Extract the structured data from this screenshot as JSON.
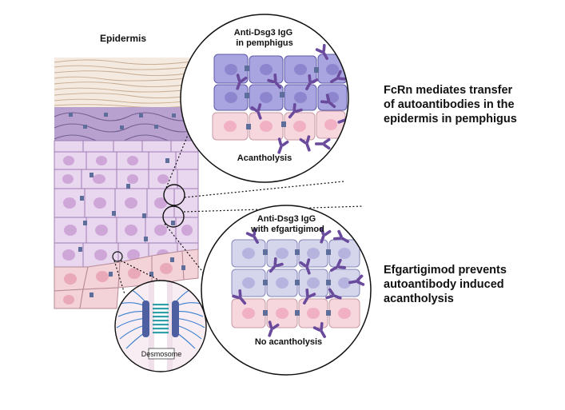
{
  "labels": {
    "epidermis": "Epidermis",
    "desmosome": "Desmosome",
    "top_circle_title": "Anti-Dsg3 IgG\nin pemphigus",
    "top_circle_caption": "Acantholysis",
    "bottom_circle_title": "Anti-Dsg3 IgG\nwith efgartigimod",
    "bottom_circle_caption": "No acantholysis",
    "statement_top": "FcRn mediates transfer\nof autoantibodies in the\nepidermis in pemphigus",
    "statement_bottom": "Efgartigimod  prevents\nautoantibody induced\nacantholysis"
  },
  "colors": {
    "blue_cell": "#a9a5e0",
    "blue_nucleus": "#8d86cf",
    "pink_cell": "#f6d7de",
    "pink_nucleus": "#f2b0c4",
    "lavender_cell": "#e9d6ef",
    "lavender_nucleus": "#cfa6d8",
    "stratum_corneum": "#f4eadf",
    "granular_layer": "#b9a1cf",
    "desmosome_blue": "#5d6e9a",
    "antibody": "#6a4a9c",
    "teal": "#2f9fa8",
    "desmosome_fibers": "#3a7fd0"
  },
  "icons": [
    "antibody-icon",
    "desmosome-icon",
    "magnifier-circle-icon"
  ]
}
